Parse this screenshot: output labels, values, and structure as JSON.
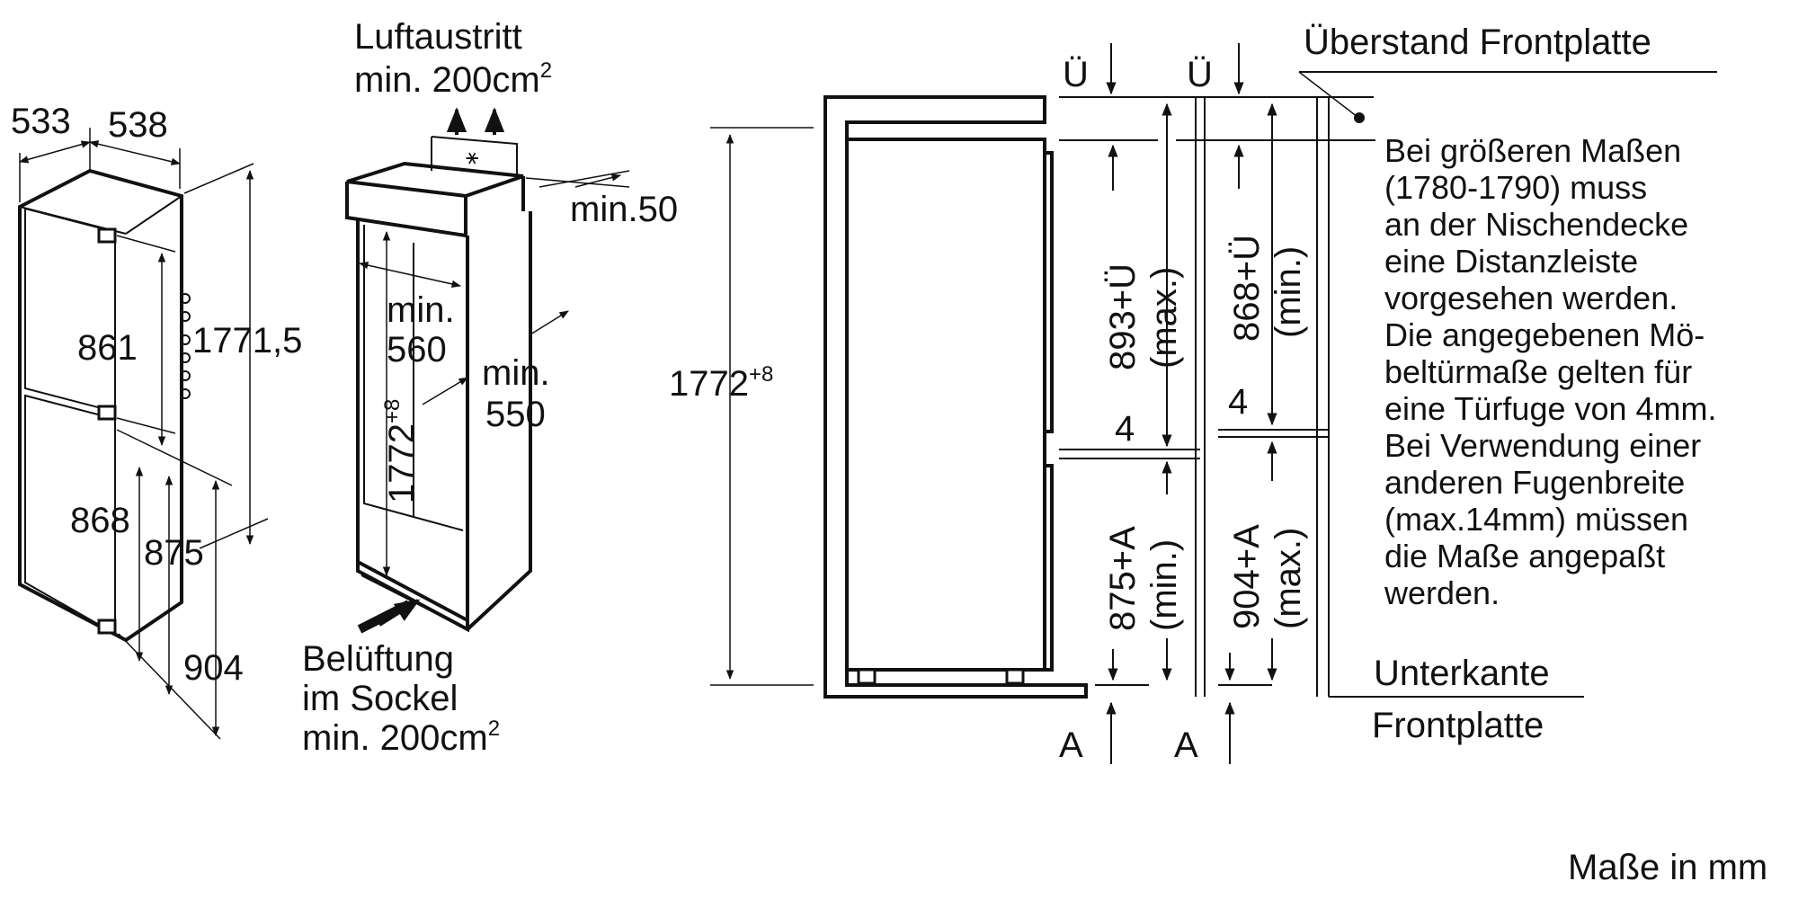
{
  "left_view": {
    "dims": {
      "depth": "533",
      "width": "538",
      "door_top": "861",
      "height": "1771,5",
      "door_bottom": "868",
      "lower_875": "875",
      "lower_904": "904"
    }
  },
  "middle_view": {
    "air_out": "Luftaustritt",
    "air_out_min": "min. 200cm",
    "air_out_sup": "2",
    "top_gap": "min.50",
    "niche_width_line1": "min.",
    "niche_width_line2": "560",
    "niche_depth_line1": "min.",
    "niche_depth_line2": "550",
    "niche_height": "1772",
    "niche_height_sup": "+8",
    "vent_line1": "Belüftung",
    "vent_line2": "im Sockel",
    "vent_line3": "min. 200cm",
    "vent_sup": "2"
  },
  "right_view": {
    "overhang_label": "Überstand Frontplatte",
    "u_marker": "Ü",
    "a_marker": "A",
    "height": "1772",
    "height_sup": "+8",
    "top_left_dim": "893+Ü",
    "top_left_note": "(max.)",
    "top_right_dim": "868+Ü",
    "top_right_note": "(min.)",
    "gap": "4",
    "bottom_left_dim": "875+A",
    "bottom_left_note": "(min.)",
    "bottom_right_dim": "904+A",
    "bottom_right_note": "(max.)",
    "bottom_edge_line1": "Unterkante",
    "bottom_edge_line2": "Frontplatte",
    "notes": [
      "Bei größeren Maßen",
      "(1780-1790) muss",
      "an der Nischendecke",
      "eine Distanzleiste",
      "vorgesehen werden.",
      "Die angegebenen Mö-",
      "beltürmaße gelten für",
      "eine Türfuge von 4mm.",
      "Bei Verwendung einer",
      "anderen Fugenbreite",
      "(max.14mm) müssen",
      "die Maße angepaßt",
      "werden."
    ]
  },
  "footer": {
    "units": "Maße in mm"
  }
}
